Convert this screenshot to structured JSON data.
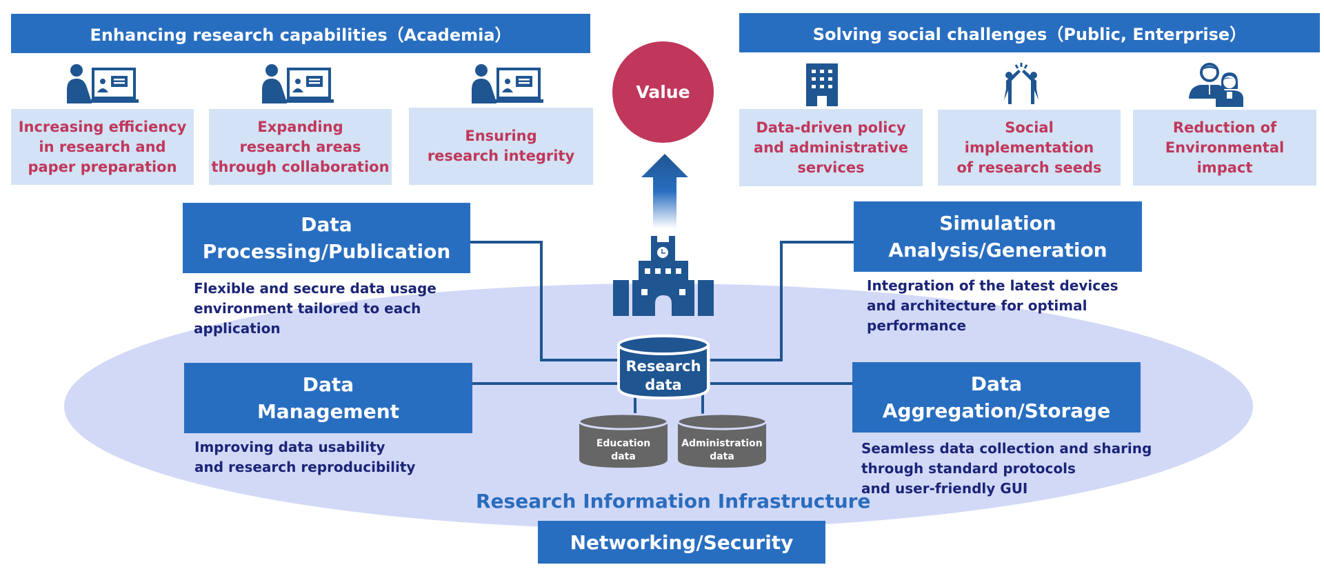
{
  "academia": {
    "title": "Enhancing research capabilities（Academia）",
    "goals": [
      {
        "label": "Increasing efficiency\nin research and\npaper preparation",
        "icon": "person-with-monitor-icon"
      },
      {
        "label": "Expanding\nresearch areas\nthrough collaboration",
        "icon": "person-with-monitor-icon"
      },
      {
        "label": "Ensuring\nresearch integrity",
        "icon": "person-with-monitor-icon"
      }
    ]
  },
  "society": {
    "title": "Solving social challenges（Public, Enterprise）",
    "goals": [
      {
        "label": "Data-driven policy\nand administrative\nservices",
        "icon": "office-building-icon"
      },
      {
        "label": "Social implementation\nof research seeds",
        "icon": "high-five-icon"
      },
      {
        "label": "Reduction of\nEnvironmental\nimpact",
        "icon": "business-people-icon"
      }
    ]
  },
  "value": {
    "label": "Value"
  },
  "functions": [
    {
      "id": "processing",
      "title": "Data\nProcessing/Publication",
      "description": "Flexible and secure data usage\nenvironment tailored to each\napplication"
    },
    {
      "id": "simulation",
      "title": "Simulation\nAnalysis/Generation",
      "description": "Integration of the latest devices\nand architecture for optimal\nperformance"
    },
    {
      "id": "management",
      "title": "Data\nManagement",
      "description": "Improving data usability\nand research reproducibility"
    },
    {
      "id": "aggregation",
      "title": "Data\nAggregation/Storage",
      "description": "Seamless data collection and sharing\nthrough standard protocols\n and user-friendly GUI"
    }
  ],
  "databases": {
    "research": "Research\ndata",
    "education": "Education\ndata",
    "administration": "Administration\ndata"
  },
  "infrastructure": {
    "label": "Research Information Infrastructure",
    "networking": "Networking/Security"
  },
  "colors": {
    "primary_blue": "#286ec0",
    "dark_blue": "#1f5591",
    "goal_bg": "#d3e2f4",
    "accent_red": "#c0375b",
    "ellipse": "#d2d9f7",
    "desc_text": "#1b2477",
    "db_gray": "#666666"
  }
}
